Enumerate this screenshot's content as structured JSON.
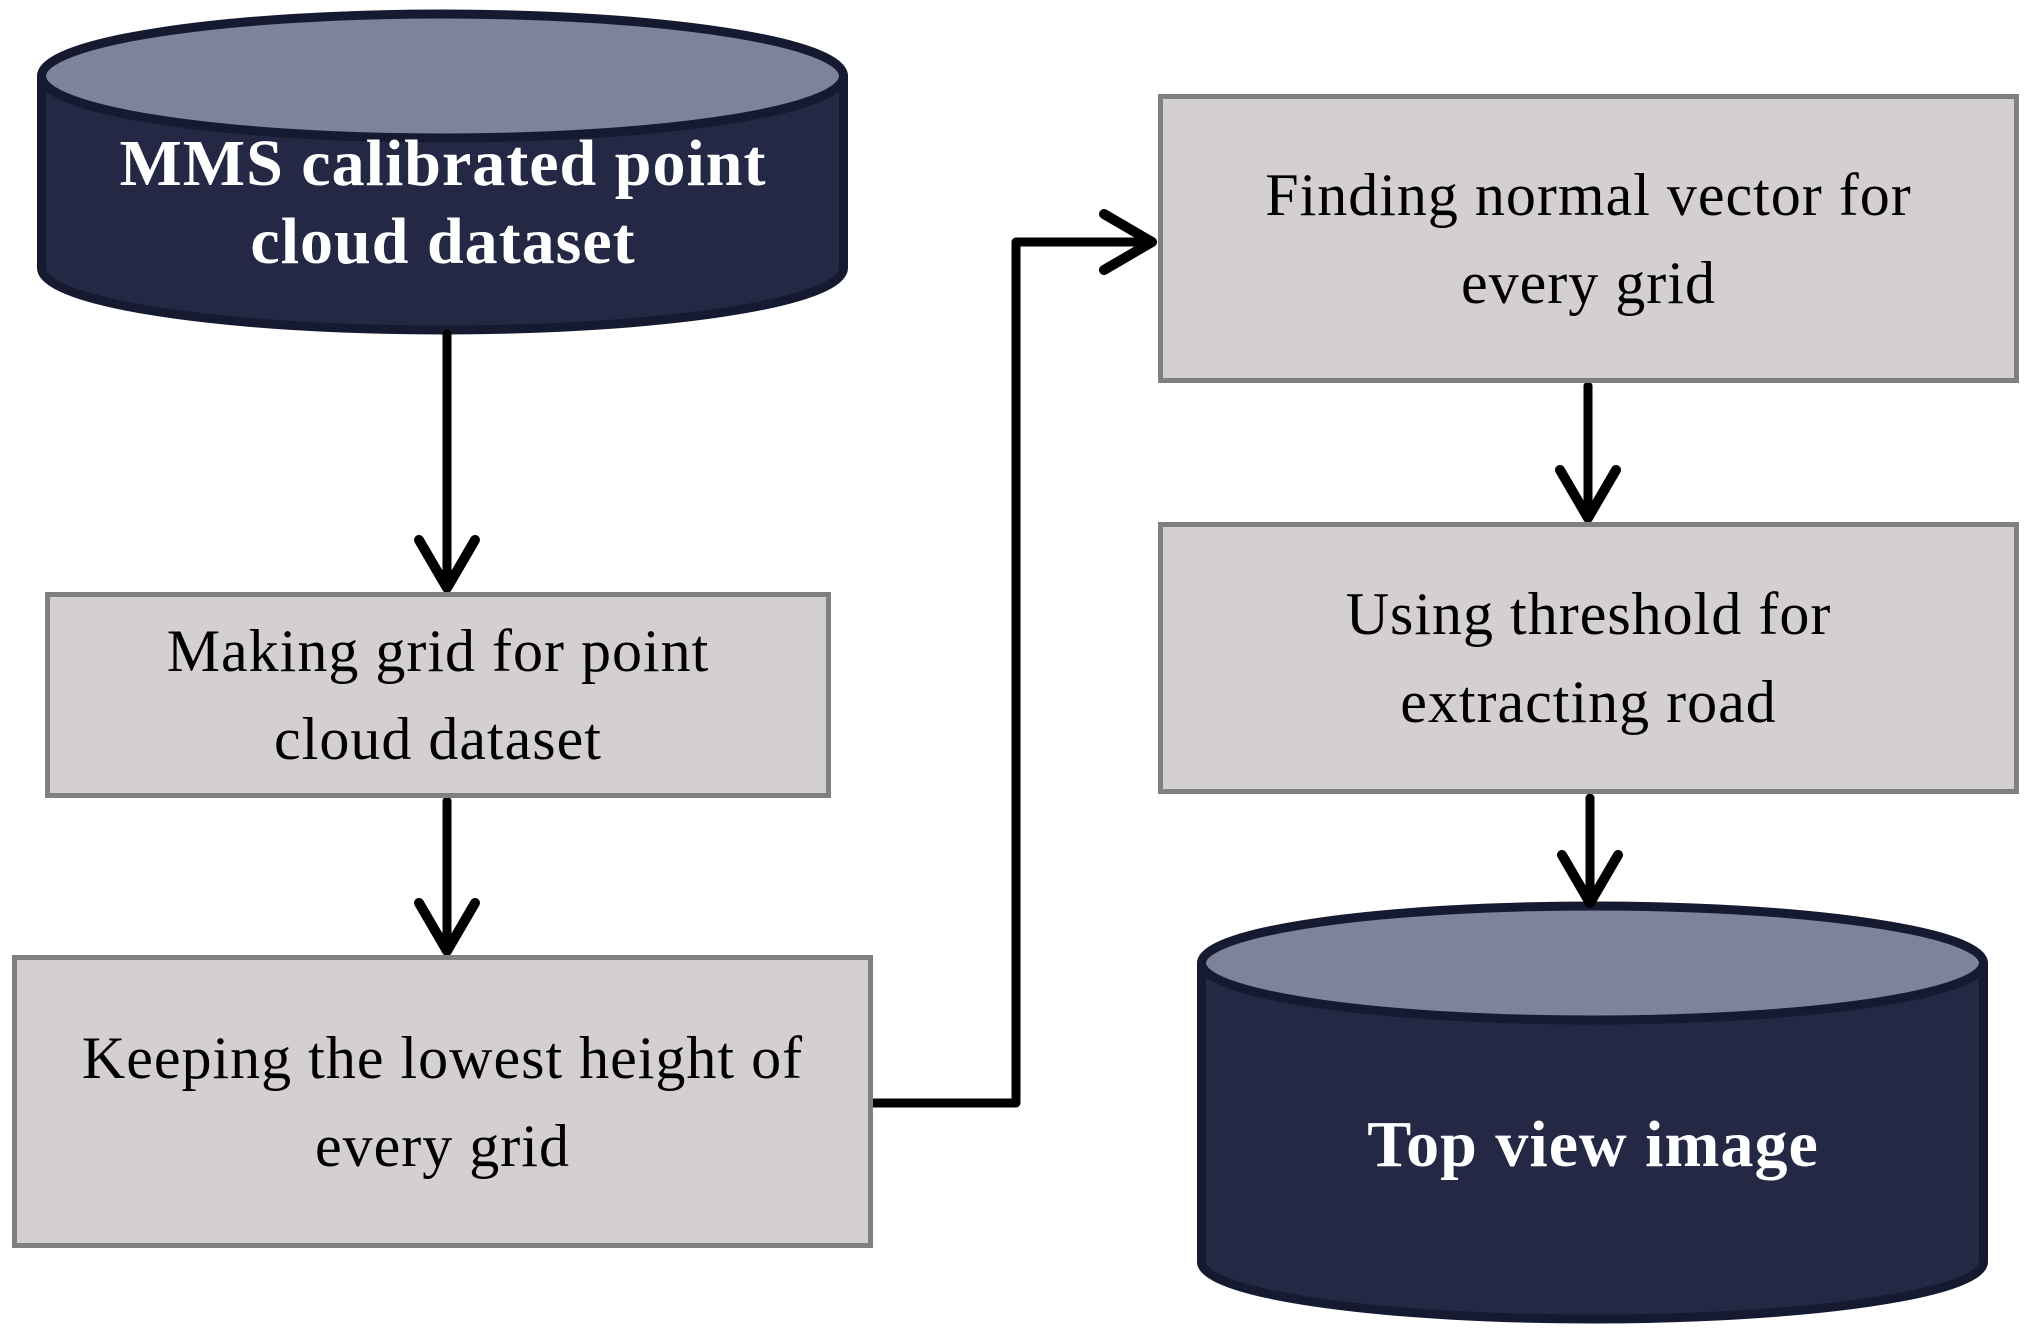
{
  "colors": {
    "background": "#ffffff",
    "box_fill": "#d3d0cf",
    "box_border": "#808080",
    "box_text": "#000000",
    "cylinder_body": "#242845",
    "cylinder_outline": "#161a30",
    "cylinder_top": "#7e8399",
    "cylinder_text": "#ffffff",
    "arrow": "#000000"
  },
  "nodes": {
    "input_dataset": {
      "shape": "cylinder",
      "line1": "MMS calibrated point",
      "line2": "cloud dataset"
    },
    "making_grid": {
      "shape": "process",
      "line1": "Making grid for point",
      "line2": "cloud dataset"
    },
    "keeping_lowest": {
      "shape": "process",
      "line1": "Keeping the lowest height of",
      "line2": "every grid"
    },
    "finding_normal": {
      "shape": "process",
      "line1": "Finding normal vector for",
      "line2": "every grid"
    },
    "using_threshold": {
      "shape": "process",
      "line1": "Using threshold for",
      "line2": "extracting road"
    },
    "top_view": {
      "shape": "cylinder",
      "line1": "Top view image"
    }
  },
  "edges": [
    {
      "from": "input_dataset",
      "to": "making_grid"
    },
    {
      "from": "making_grid",
      "to": "keeping_lowest"
    },
    {
      "from": "keeping_lowest",
      "to": "finding_normal"
    },
    {
      "from": "finding_normal",
      "to": "using_threshold"
    },
    {
      "from": "using_threshold",
      "to": "top_view"
    }
  ]
}
